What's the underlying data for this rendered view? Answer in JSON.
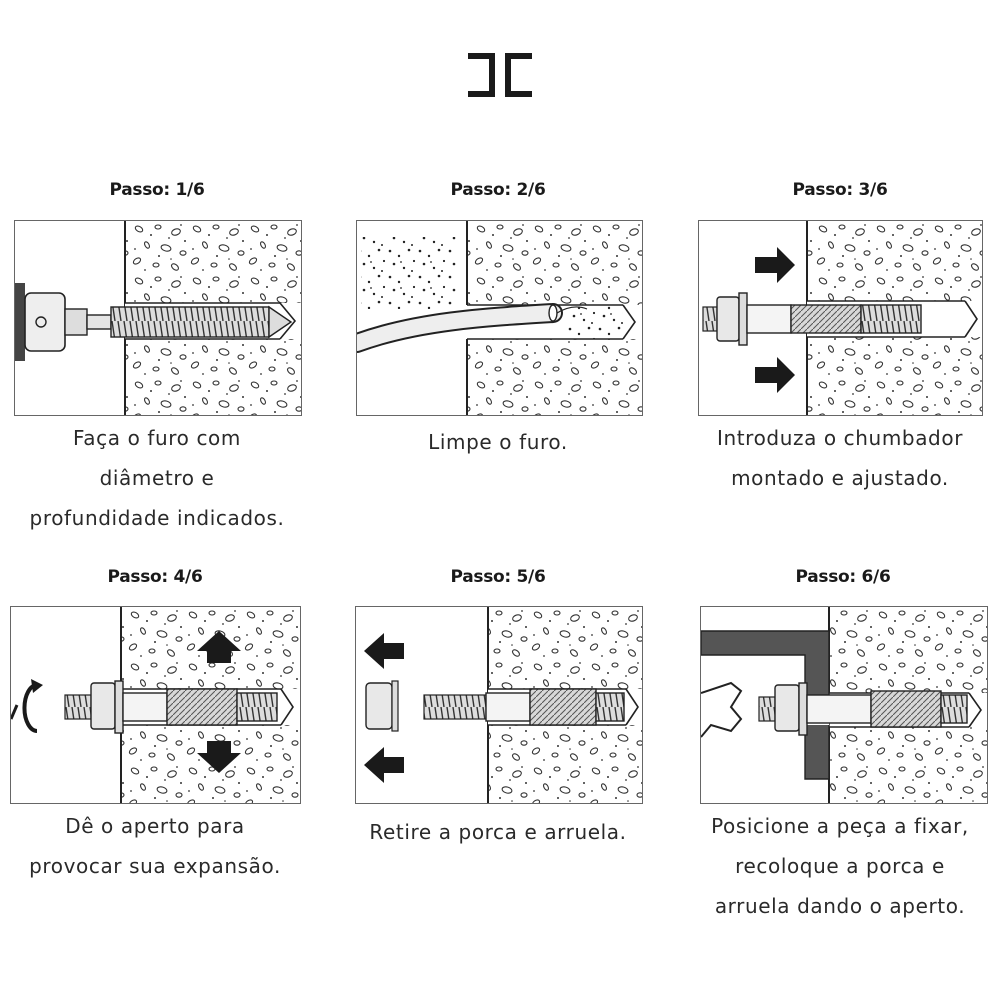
{
  "logo": {
    "icon": "jc-logo-icon"
  },
  "steps": [
    {
      "title": "Passo: 1/6",
      "caption": [
        "Faça o furo com",
        "diâmetro e",
        "profundidade indicados."
      ]
    },
    {
      "title": "Passo: 2/6",
      "caption": [
        "Limpe o furo."
      ]
    },
    {
      "title": "Passo: 3/6",
      "caption": [
        "Introduza o chumbador",
        "montado e ajustado."
      ]
    },
    {
      "title": "Passo: 4/6",
      "caption": [
        "Dê o aperto para",
        "provocar sua expansão."
      ]
    },
    {
      "title": "Passo: 5/6",
      "caption": [
        "Retire a porca e arruela."
      ]
    },
    {
      "title": "Passo: 6/6",
      "caption": [
        "Posicione a peça a fixar,",
        "recoloque a porca e",
        "arruela dando o aperto."
      ]
    }
  ]
}
